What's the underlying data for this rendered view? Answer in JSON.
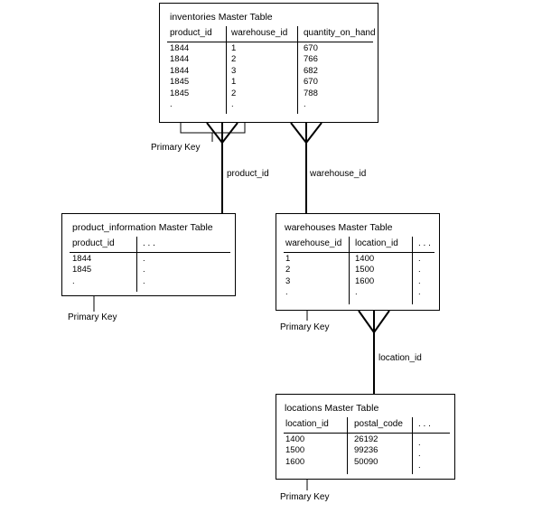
{
  "tables": {
    "inventories": {
      "title": "inventories Master Table",
      "columns": [
        {
          "header": "product_id",
          "cells": [
            "1844",
            "1844",
            "1844",
            "1845",
            "1845",
            "."
          ]
        },
        {
          "header": "warehouse_id",
          "cells": [
            "1",
            "2",
            "3",
            "1",
            "2",
            "."
          ]
        },
        {
          "header": "quantity_on_hand",
          "cells": [
            "670",
            "766",
            "682",
            "670",
            "788",
            "."
          ]
        }
      ]
    },
    "product_information": {
      "title": "product_information Master Table",
      "columns": [
        {
          "header": "product_id",
          "cells": [
            "1844",
            "1845",
            "."
          ]
        },
        {
          "header": ". . .",
          "cells": [
            ".",
            ".",
            "."
          ]
        }
      ]
    },
    "warehouses": {
      "title": "warehouses Master Table",
      "columns": [
        {
          "header": "warehouse_id",
          "cells": [
            "1",
            "2",
            "3",
            "."
          ]
        },
        {
          "header": "location_id",
          "cells": [
            "1400",
            "1500",
            "1600",
            "."
          ]
        },
        {
          "header": ". . .",
          "cells": [
            ".",
            ".",
            ".",
            "."
          ]
        }
      ]
    },
    "locations": {
      "title": "locations Master Table",
      "columns": [
        {
          "header": "location_id",
          "cells": [
            "1400",
            "1500",
            "1600"
          ]
        },
        {
          "header": "postal_code",
          "cells": [
            "26192",
            "99236",
            "50090"
          ]
        },
        {
          "header": ". . .",
          "cells": [
            ".",
            ".",
            "."
          ]
        }
      ]
    }
  },
  "relationships": {
    "inventories_product": {
      "label": "product_id"
    },
    "inventories_warehouse": {
      "label": "warehouse_id"
    },
    "warehouses_location": {
      "label": "location_id"
    }
  },
  "primary_key_labels": {
    "inventories": "Primary Key",
    "product_information": "Primary Key",
    "warehouses": "Primary Key",
    "locations": "Primary Key"
  }
}
